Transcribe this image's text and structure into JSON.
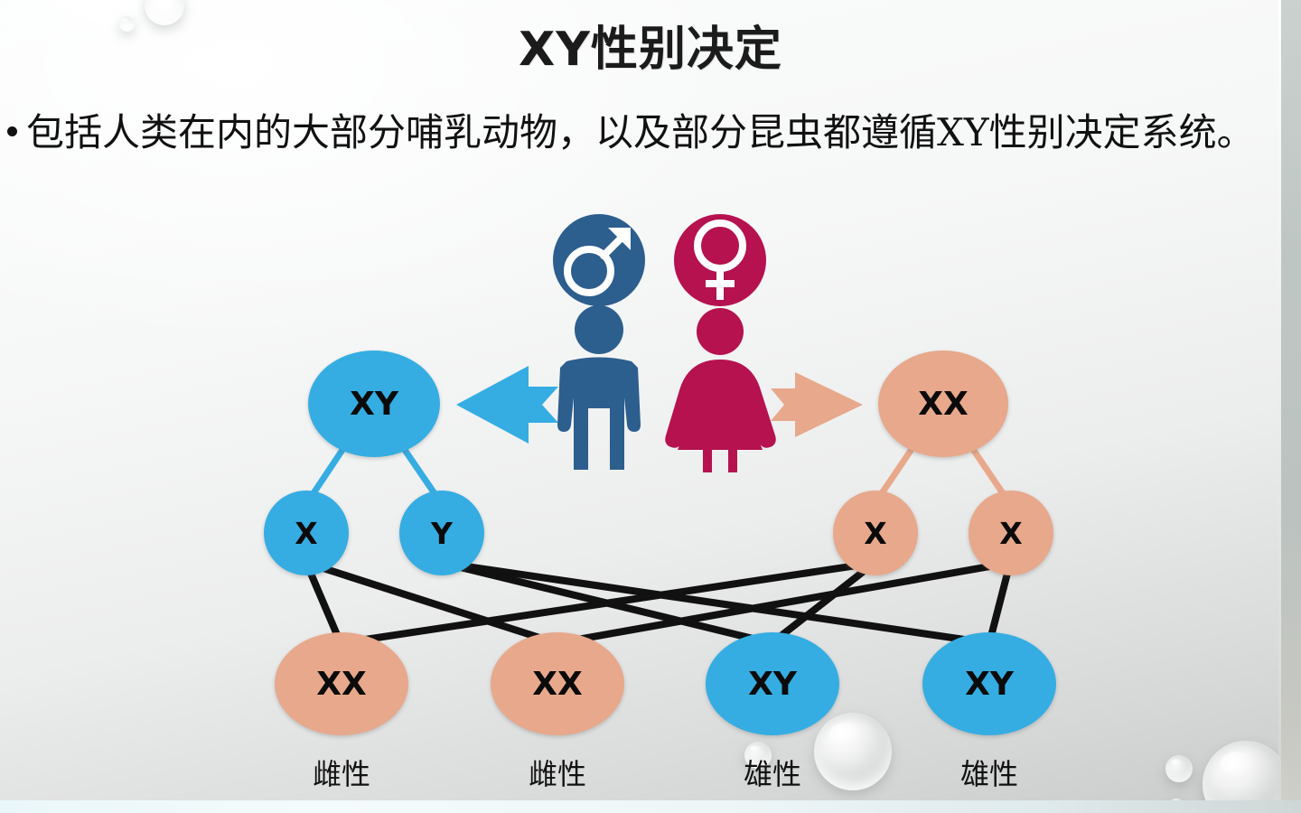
{
  "slide": {
    "title": "XY性别决定",
    "bullet_text": "包括人类在内的大部分哺乳动物，以及部分昆虫都遵循XY性别决定系统。"
  },
  "colors": {
    "male_blue": "#35ADE2",
    "male_symbol_blue": "#2C5E8E",
    "female_peach": "#E8A88B",
    "female_symbol_crimson": "#B5124F",
    "line_black": "#111111",
    "text_black": "#0B0B0B"
  },
  "diagram": {
    "symbols": [
      {
        "name": "male-symbol",
        "glyph": "♂"
      },
      {
        "name": "female-symbol",
        "glyph": "♀"
      }
    ],
    "arrows": [
      {
        "name": "arrow-left-to-male-genotype",
        "direction": "left",
        "color": "#35ADE2"
      },
      {
        "name": "arrow-right-to-female-genotype",
        "direction": "right",
        "color": "#E8A88B"
      }
    ],
    "parents": [
      {
        "label": "XY",
        "sex": "male",
        "color": "blue"
      },
      {
        "label": "XX",
        "sex": "female",
        "color": "peach"
      }
    ],
    "gametes": [
      {
        "label": "X",
        "parent": "XY",
        "color": "blue"
      },
      {
        "label": "Y",
        "parent": "XY",
        "color": "blue"
      },
      {
        "label": "X",
        "parent": "XX",
        "color": "peach"
      },
      {
        "label": "X",
        "parent": "XX",
        "color": "peach"
      }
    ],
    "offspring": [
      {
        "label": "XX",
        "caption": "雌性",
        "color": "peach"
      },
      {
        "label": "XX",
        "caption": "雌性",
        "color": "peach"
      },
      {
        "label": "XY",
        "caption": "雄性",
        "color": "blue"
      },
      {
        "label": "XY",
        "caption": "雄性",
        "color": "blue"
      }
    ]
  }
}
